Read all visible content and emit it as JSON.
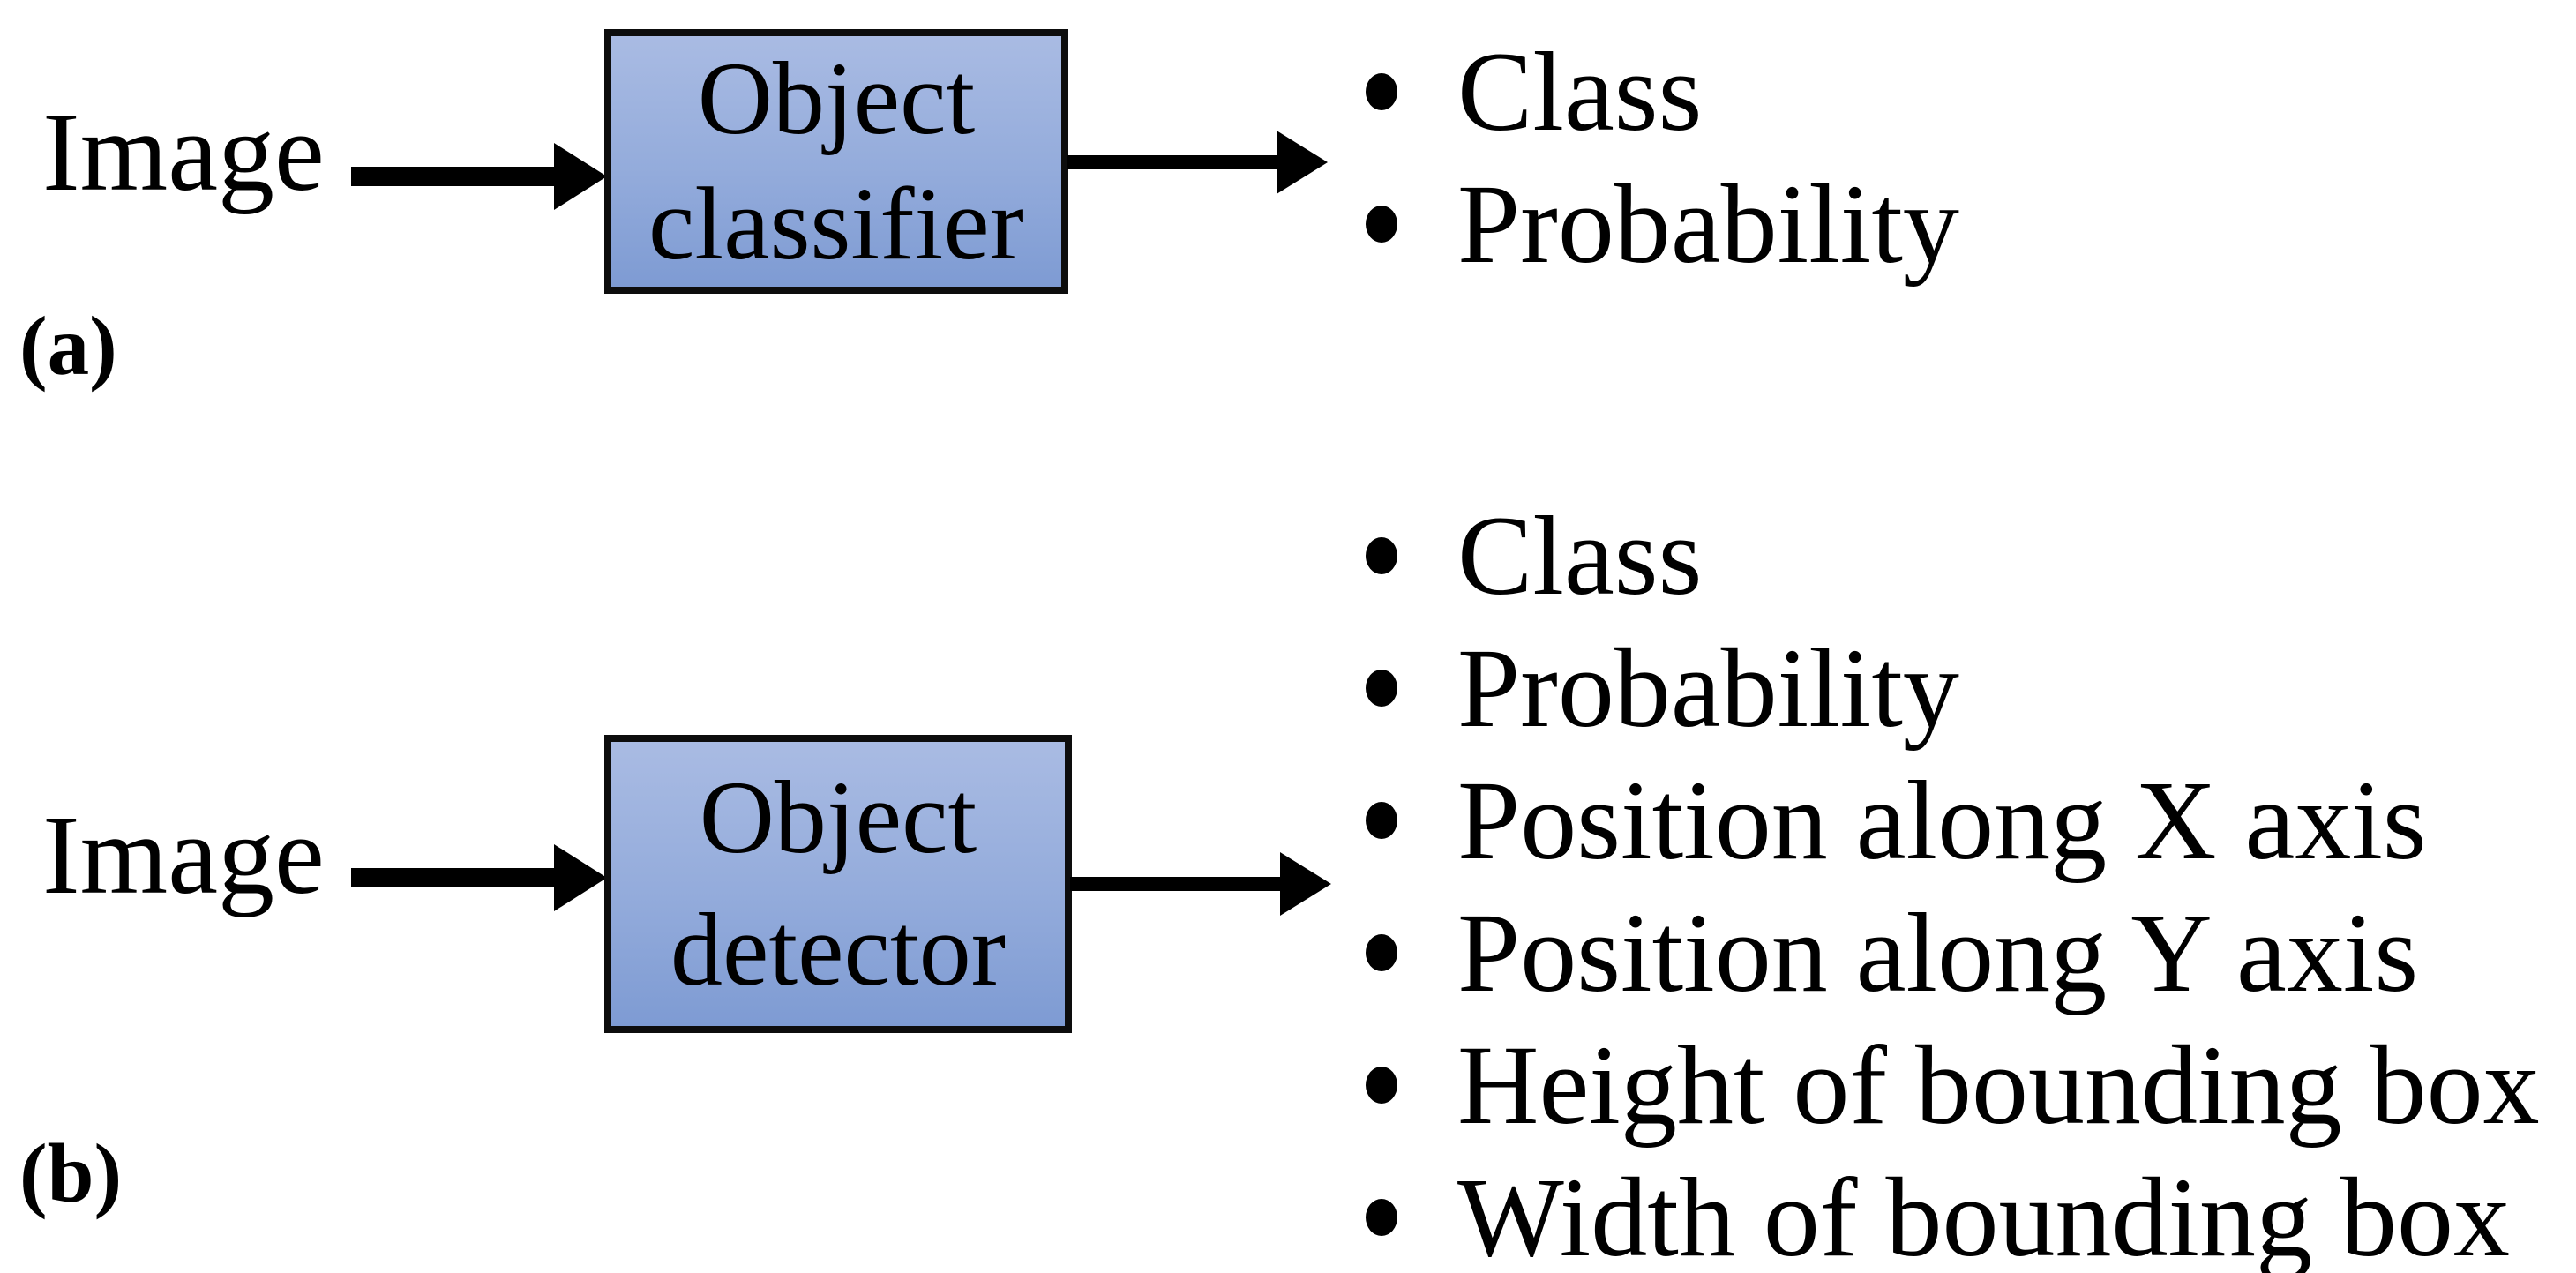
{
  "figure": {
    "background_color": "#ffffff",
    "text_color": "#000000",
    "box_border_color": "#0d0d0d",
    "box_fill_top": "#a9bbe3",
    "box_fill_bottom": "#7e9bd3",
    "arrow_color": "#000000"
  },
  "panel_a": {
    "label": "(a)",
    "input_label": "Image",
    "box_line1": "Object",
    "box_line2": "classifier",
    "outputs": [
      "Class",
      "Probability"
    ]
  },
  "panel_b": {
    "label": "(b)",
    "input_label": "Image",
    "box_line1": "Object",
    "box_line2": "detector",
    "outputs": [
      "Class",
      "Probability",
      "Position along X axis",
      "Position along Y axis",
      "Height of bounding box",
      "Width of bounding box"
    ]
  }
}
